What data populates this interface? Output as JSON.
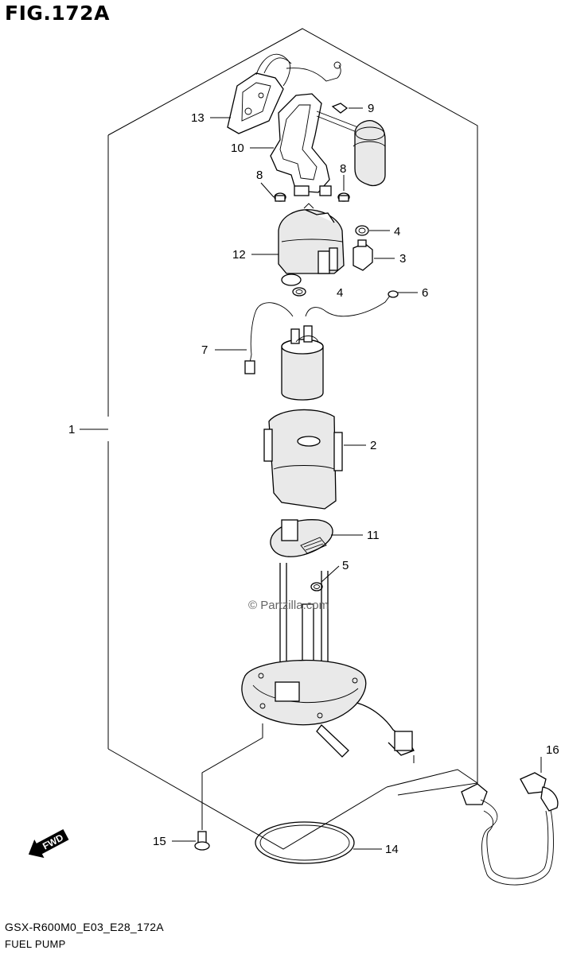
{
  "figure_title": "FIG.172A",
  "model_code": "GSX-R600M0_E03_E28_172A",
  "page_caption": "FUEL PUMP",
  "watermark": "© Partzilla.com",
  "fwd_label": "FWD",
  "callouts": {
    "c1": "1",
    "c2": "2",
    "c3": "3",
    "c4a": "4",
    "c4b": "4",
    "c5": "5",
    "c6": "6",
    "c7": "7",
    "c8a": "8",
    "c8b": "8",
    "c9": "9",
    "c10": "10",
    "c11": "11",
    "c12": "12",
    "c13": "13",
    "c14": "14",
    "c15": "15",
    "c16": "16"
  }
}
